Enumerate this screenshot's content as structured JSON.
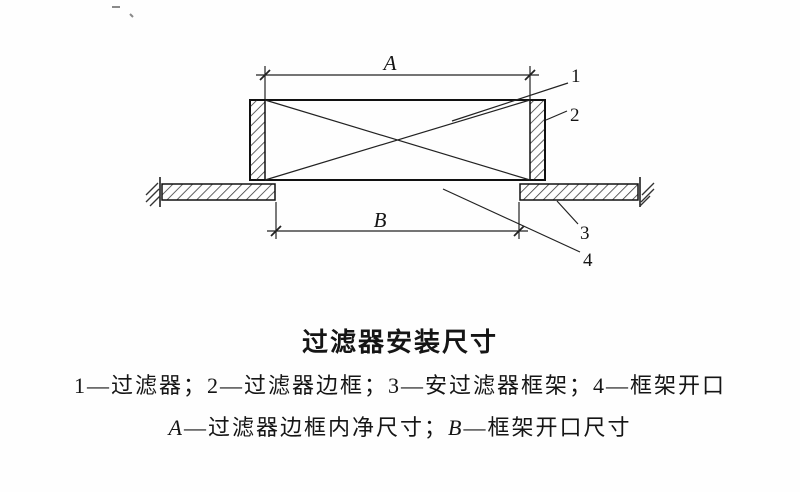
{
  "figure": {
    "title": "过滤器安装尺寸",
    "legend_line1": "1—过滤器；2—过滤器边框；3—安过滤器框架；4—框架开口",
    "legend_line2": {
      "a_label": "A",
      "a_text": "—过滤器边框内净尺寸；",
      "b_label": "B",
      "b_text": "—框架开口尺寸"
    },
    "dimensions": {
      "a": "A",
      "b": "B"
    },
    "callouts": {
      "c1": "1",
      "c2": "2",
      "c3": "3",
      "c4": "4"
    },
    "colors": {
      "ink": "#1c1c1c",
      "background": "#fefefe"
    }
  }
}
